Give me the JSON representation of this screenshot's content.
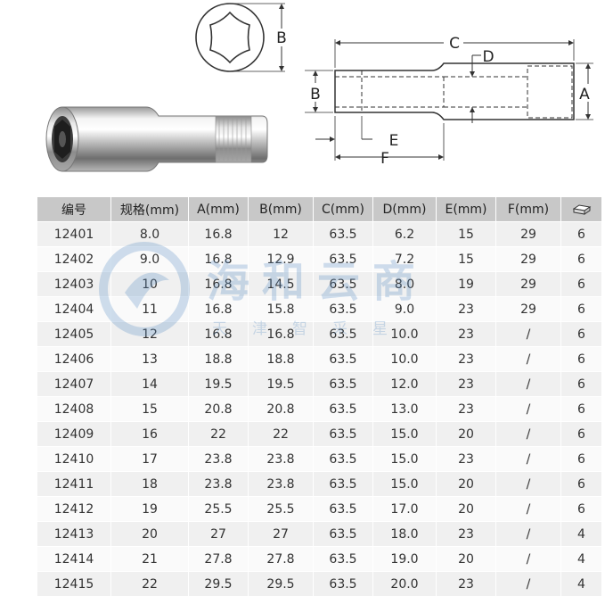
{
  "diagram": {
    "labels": {
      "A": "A",
      "B_top": "B",
      "B_side": "B",
      "C": "C",
      "D": "D",
      "E": "E",
      "F": "F"
    }
  },
  "watermark": {
    "main": "海和云商",
    "sub": "天津智采星"
  },
  "table": {
    "headers": [
      "编号",
      "规格(mm)",
      "A(mm)",
      "B(mm)",
      "C(mm)",
      "D(mm)",
      "E(mm)",
      "F(mm)"
    ],
    "last_header_icon": "package-box-icon",
    "rows": [
      [
        "12401",
        "8.0",
        "16.8",
        "12",
        "63.5",
        "6.2",
        "15",
        "29",
        "6"
      ],
      [
        "12402",
        "9.0",
        "16.8",
        "12.9",
        "63.5",
        "7.2",
        "15",
        "29",
        "6"
      ],
      [
        "12403",
        "10",
        "16.8",
        "14.5",
        "63.5",
        "8.0",
        "19",
        "29",
        "6"
      ],
      [
        "12404",
        "11",
        "16.8",
        "15.8",
        "63.5",
        "9.0",
        "23",
        "29",
        "6"
      ],
      [
        "12405",
        "12",
        "16.8",
        "16.8",
        "63.5",
        "10.0",
        "23",
        "/",
        "6"
      ],
      [
        "12406",
        "13",
        "18.8",
        "18.8",
        "63.5",
        "10.0",
        "23",
        "/",
        "6"
      ],
      [
        "12407",
        "14",
        "19.5",
        "19.5",
        "63.5",
        "12.0",
        "23",
        "/",
        "6"
      ],
      [
        "12408",
        "15",
        "20.8",
        "20.8",
        "63.5",
        "13.0",
        "23",
        "/",
        "6"
      ],
      [
        "12409",
        "16",
        "22",
        "22",
        "63.5",
        "15.0",
        "20",
        "/",
        "6"
      ],
      [
        "12410",
        "17",
        "23.8",
        "23.8",
        "63.5",
        "15.0",
        "23",
        "/",
        "6"
      ],
      [
        "12411",
        "18",
        "23.8",
        "23.8",
        "63.5",
        "15.0",
        "20",
        "/",
        "6"
      ],
      [
        "12412",
        "19",
        "25.5",
        "25.5",
        "63.5",
        "17.0",
        "20",
        "/",
        "6"
      ],
      [
        "12413",
        "20",
        "27",
        "27",
        "63.5",
        "18.0",
        "23",
        "/",
        "4"
      ],
      [
        "12414",
        "21",
        "27.8",
        "27.8",
        "63.5",
        "19.0",
        "20",
        "/",
        "4"
      ],
      [
        "12415",
        "22",
        "29.5",
        "29.5",
        "63.5",
        "20.0",
        "23",
        "/",
        "4"
      ]
    ]
  }
}
